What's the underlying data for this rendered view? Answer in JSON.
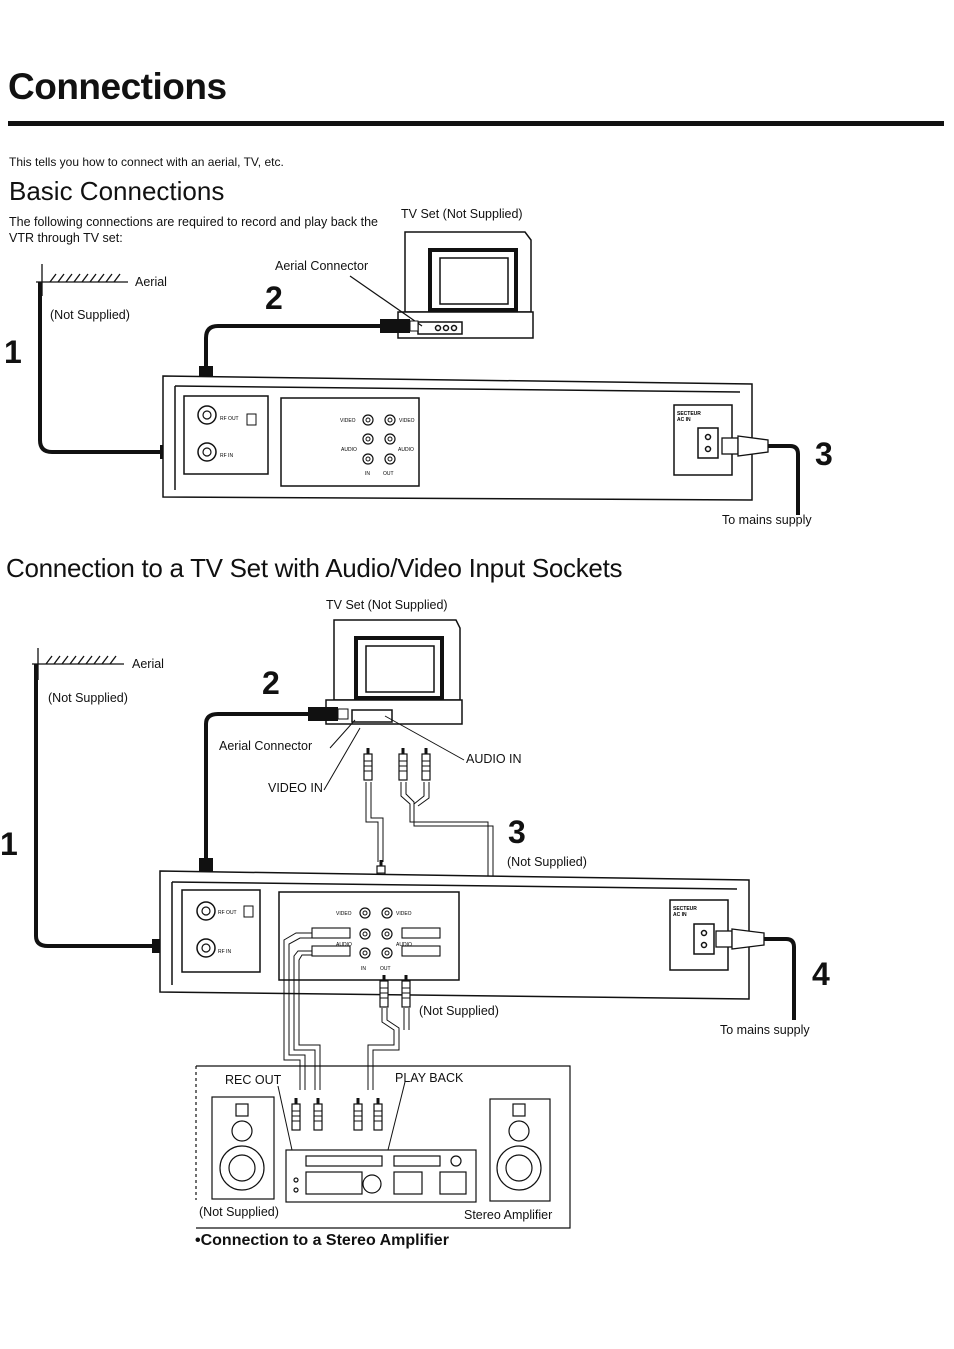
{
  "page": {
    "title": "Connections",
    "intro": "This tells you how to connect with an aerial, TV, etc."
  },
  "basic": {
    "heading": "Basic Connections",
    "description": "The following connections are required to record and play back the VTR through TV set:",
    "tv_label": "TV Set (Not Supplied)",
    "aerial_connector": "Aerial Connector",
    "aerial": "Aerial",
    "not_supplied": "(Not Supplied)",
    "step1": "1",
    "step2": "2",
    "step3": "3",
    "mains": "To mains supply"
  },
  "av": {
    "heading": "Connection to a TV Set with Audio/Video Input Sockets",
    "tv_label": "TV Set (Not Supplied)",
    "aerial": "Aerial",
    "not_supplied": "(Not Supplied)",
    "aerial_connector": "Aerial Connector",
    "video_in": "VIDEO IN",
    "audio_in": "AUDIO IN",
    "step1": "1",
    "step2": "2",
    "step3": "3",
    "step3_note": "(Not Supplied)",
    "step4": "4",
    "mains": "To mains supply",
    "cable_note": "(Not Supplied)",
    "rec_out": "REC OUT",
    "play_back": "PLAY BACK",
    "amp_not_supplied": "(Not Supplied)",
    "stereo_amplifier": "Stereo Amplifier",
    "caption": "•Connection to a Stereo Amplifier"
  },
  "vtr_panel": {
    "rf_out": "RF OUT",
    "rf_in": "RF IN",
    "video": "VIDEO",
    "audio": "AUDIO",
    "in": "IN",
    "out": "OUT",
    "secteur": "SECTEUR",
    "ac_in": "AC IN"
  }
}
